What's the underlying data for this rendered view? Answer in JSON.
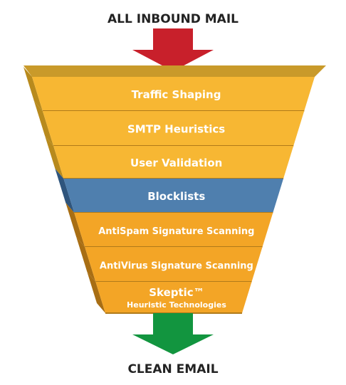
{
  "diagram": {
    "top_label": "ALL INBOUND MAIL",
    "bottom_label": "CLEAN EMAIL",
    "layers": [
      {
        "label": "Traffic Shaping",
        "sublabel": "",
        "color": "#f7b733",
        "side_color": "#b88a1d"
      },
      {
        "label": "SMTP Heuristics",
        "sublabel": "",
        "color": "#f7b733",
        "side_color": "#b88a1d"
      },
      {
        "label": "User Validation",
        "sublabel": "",
        "color": "#f7b733",
        "side_color": "#b88a1d"
      },
      {
        "label": "Blocklists",
        "sublabel": "",
        "color": "#4f7fae",
        "side_color": "#2f557d"
      },
      {
        "label": "AntiSpam Signature Scanning",
        "sublabel": "",
        "color": "#f3a526",
        "side_color": "#a86e14"
      },
      {
        "label": "AntiVirus Signature Scanning",
        "sublabel": "",
        "color": "#f3a526",
        "side_color": "#a86e14"
      },
      {
        "label": "Skeptic™",
        "sublabel": "Heuristic Technologies",
        "color": "#f3a526",
        "side_color": "#a86e14"
      }
    ],
    "colors": {
      "in_arrow": "#c8202b",
      "out_arrow": "#12953f",
      "top_face": "#c99a2a",
      "separator": "#b07a1a"
    },
    "icons": {
      "in_arrow": "down-arrow-icon",
      "out_arrow": "down-arrow-icon"
    }
  }
}
